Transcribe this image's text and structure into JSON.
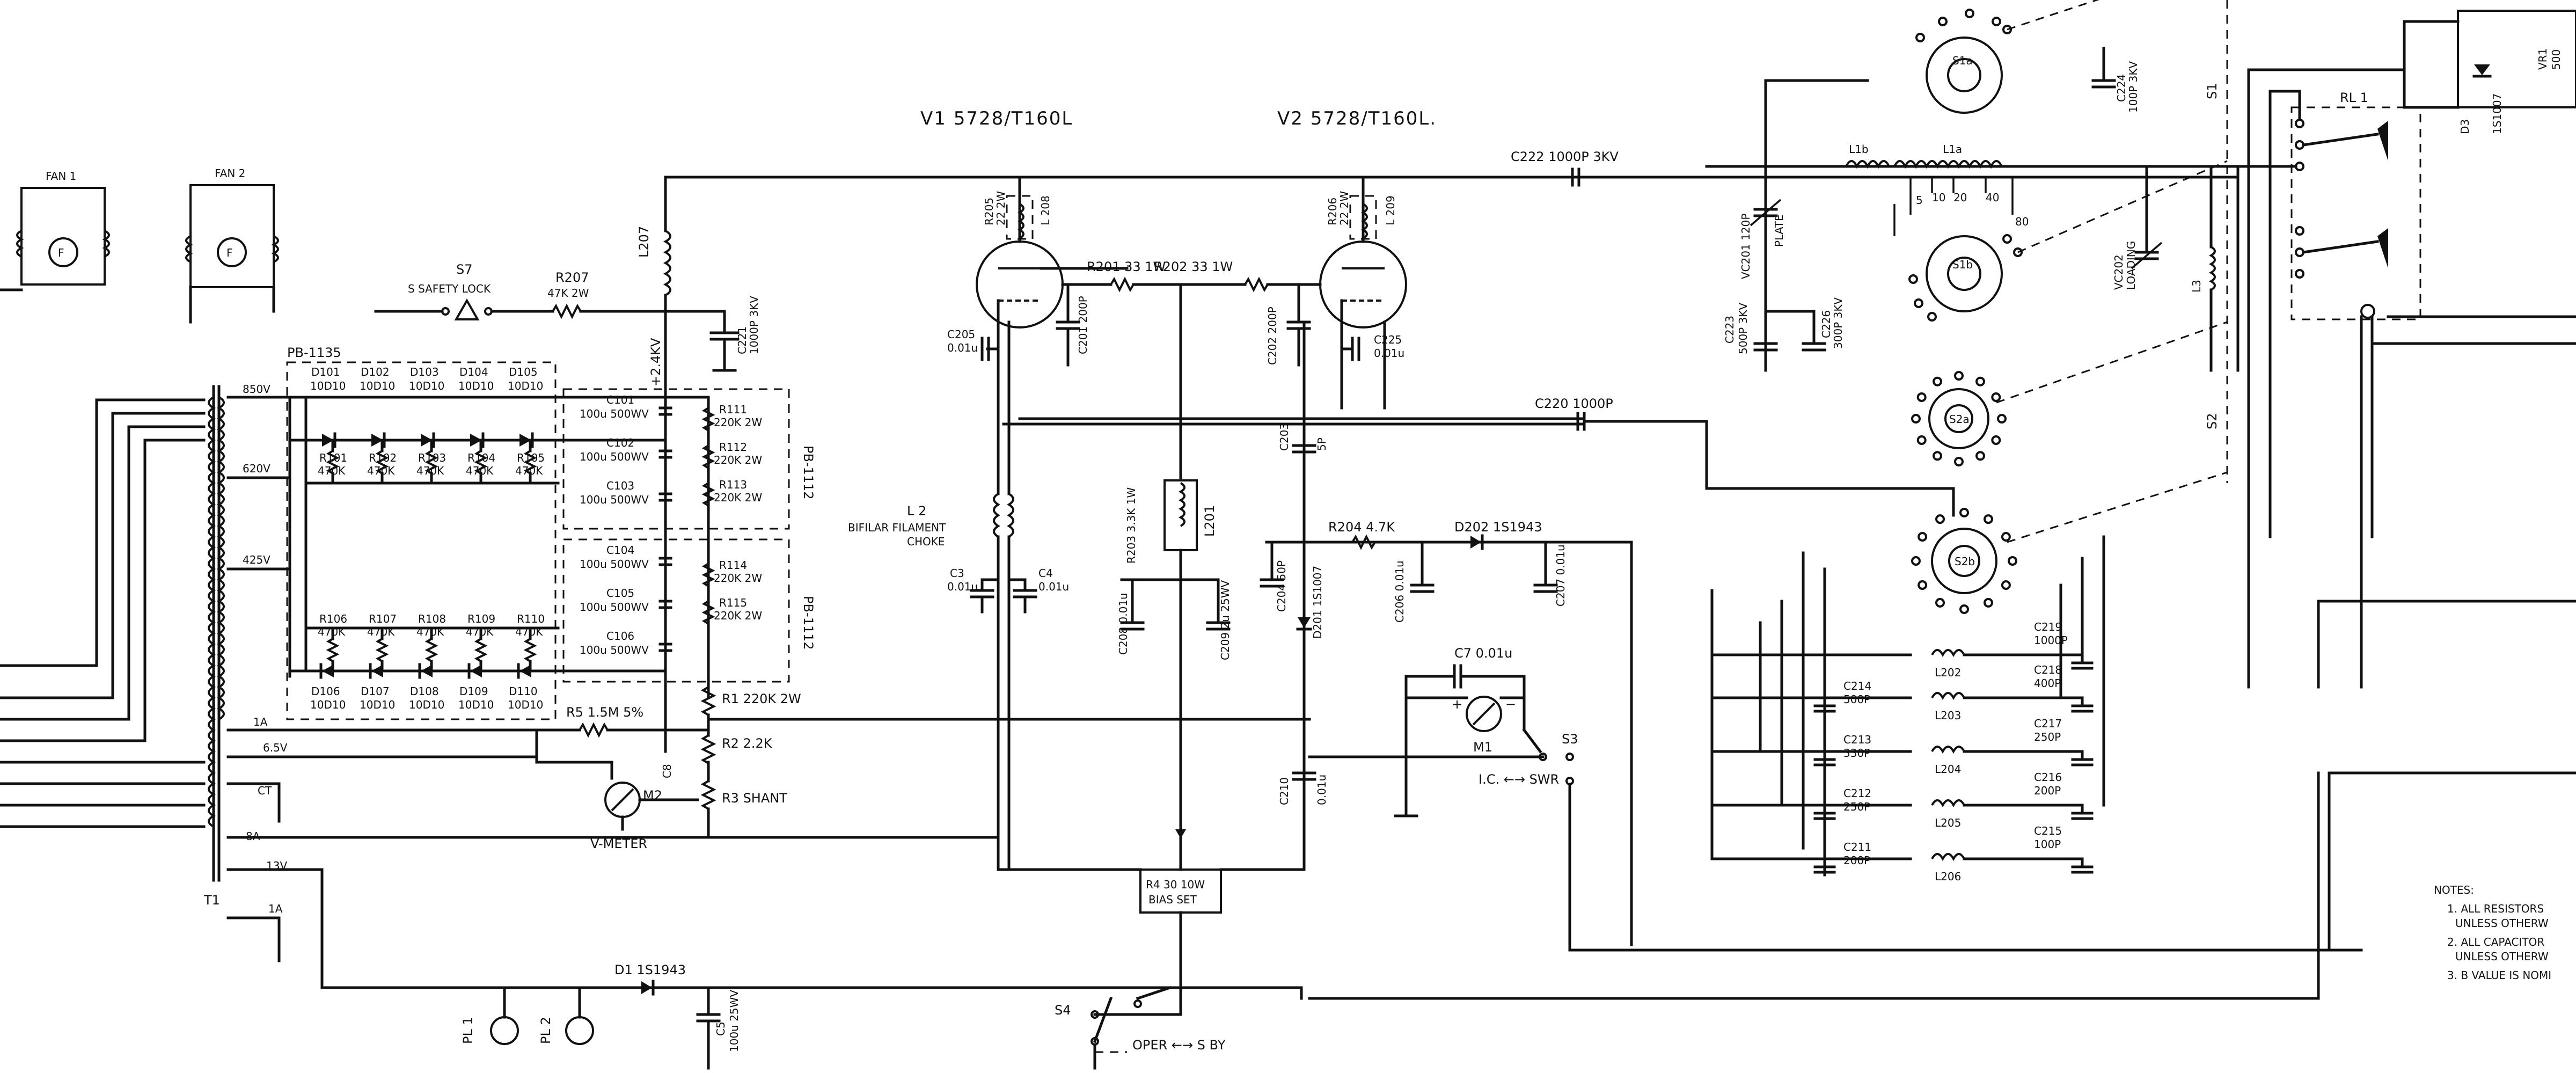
{
  "title_labels": {
    "tube_v1": "V1 5728/T160L",
    "tube_v2": "V2 5728/T160L."
  },
  "components": {
    "fan1": "FAN 1",
    "fan2": "FAN 2",
    "s7": "S7",
    "safety_lock": "S SAFETY LOCK",
    "r207": "R207",
    "r207_val": "47K 2W",
    "l207": "L207",
    "hv_label": "+2.4KV",
    "c221": "C221",
    "c221_val": "1000P 3KV",
    "pb1135": "PB-1135",
    "pb1112a": "PB-1112",
    "pb1112b": "PB-1112",
    "tap850": "850V",
    "tap620": "620V",
    "tap425": "425V",
    "tap1a": "1A",
    "tap65": "6.5V",
    "tapct": "CT",
    "tap8a": "8A",
    "tap13": "13V",
    "tap1a2": "1A",
    "t1": "T1",
    "d_top": [
      {
        "n": "D101",
        "v": "10D10"
      },
      {
        "n": "D102",
        "v": "10D10"
      },
      {
        "n": "D103",
        "v": "10D10"
      },
      {
        "n": "D104",
        "v": "10D10"
      },
      {
        "n": "D105",
        "v": "10D10"
      }
    ],
    "r_top": [
      {
        "n": "R101",
        "v": "470K"
      },
      {
        "n": "R102",
        "v": "470K"
      },
      {
        "n": "R103",
        "v": "470K"
      },
      {
        "n": "R104",
        "v": "470K"
      },
      {
        "n": "R105",
        "v": "470K"
      }
    ],
    "r_bot": [
      {
        "n": "R106",
        "v": "470K"
      },
      {
        "n": "R107",
        "v": "470K"
      },
      {
        "n": "R108",
        "v": "470K"
      },
      {
        "n": "R109",
        "v": "470K"
      },
      {
        "n": "R110",
        "v": "470K"
      }
    ],
    "d_bot": [
      {
        "n": "D106",
        "v": "10D10"
      },
      {
        "n": "D107",
        "v": "10D10"
      },
      {
        "n": "D108",
        "v": "10D10"
      },
      {
        "n": "D109",
        "v": "10D10"
      },
      {
        "n": "D110",
        "v": "10D10"
      }
    ],
    "caps_hv": [
      {
        "n": "C101",
        "v": "100u 500WV"
      },
      {
        "n": "C102",
        "v": "100u 500WV"
      },
      {
        "n": "C103",
        "v": "100u 500WV"
      },
      {
        "n": "C104",
        "v": "100u 500WV"
      },
      {
        "n": "C105",
        "v": "100u 500WV"
      },
      {
        "n": "C106",
        "v": "100u 500WV"
      }
    ],
    "res_hv": [
      {
        "n": "R111",
        "v": "220K 2W"
      },
      {
        "n": "R112",
        "v": "220K 2W"
      },
      {
        "n": "R113",
        "v": "220K 2W"
      },
      {
        "n": "R114",
        "v": "220K 2W"
      },
      {
        "n": "R115",
        "v": "220K 2W"
      }
    ],
    "r1": "R1 220K 2W",
    "r2": "R2 2.2K",
    "r3": "R3 SHANT",
    "r5": "R5 1.5M 5%",
    "m2": "M2",
    "vmeter": "V-METER",
    "r205": "R205",
    "r205_val": "22 2W",
    "l208": "L 208",
    "r206": "R206",
    "r206_val": "22 2W",
    "l209": "L 209",
    "r201": "R201 33 1W",
    "r202": "R202 33 1W",
    "c201": "C201 200P",
    "c202": "C202 200P",
    "c205": "C205",
    "c205_val": "0.01u",
    "c225": "C225",
    "c225_val": "0.01u",
    "l2": "L 2",
    "l2_desc1": "BIFILAR FILAMENT",
    "l2_desc2": "CHOKE",
    "c3": "C3",
    "c3_val": "0.01u",
    "c4": "C4",
    "c4_val": "0.01u",
    "r203": "R203 3.3K 1W",
    "l201": "L201",
    "c208": "C208 0.01u",
    "c209": "C209 2u 25WV",
    "c203": "C203",
    "c203_val": "5P",
    "c204": "C204 50P",
    "r204": "R204 4.7K",
    "d202": "D202 1S1943",
    "d201": "D201 1S1007",
    "c206": "C206 0.01u",
    "c207": "C207 0.01u",
    "c220": "C220 1000P",
    "c222": "C222 1000P 3KV",
    "c7": "C7 0.01u",
    "m1": "M1",
    "ic_swr": "I.C. ←→ SWR",
    "s3": "S3",
    "c210": "C210",
    "c210_val": "0.01u",
    "r4": "R4 30 10W",
    "bias_set": "BIAS SET",
    "d1": "D1 1S1943",
    "pl1": "PL 1",
    "pl2": "PL 2",
    "c5": "C5",
    "c5_val": "100u 25WV",
    "s4": "S4",
    "oper_sby": "OPER ←→ S BY",
    "s1a": "S1a",
    "s1b": "S1b",
    "s2a": "S2a",
    "s2b": "S2b",
    "s1": "S1",
    "s2": "S2",
    "l1a": "L1a",
    "l1b": "L1b",
    "taps": [
      "5",
      "10",
      "20",
      "40",
      "80"
    ],
    "vc201": "VC201 120P",
    "vc201_note": "PLATE",
    "vc202": "VC202",
    "vc202_note": "LOADING",
    "c223": "C223",
    "c223_val": "500P 3KV",
    "c224": "C224",
    "c224_val": "100P 3KV",
    "c226": "C226",
    "c226_val": "300P 3KV",
    "l3": "L3",
    "rl1": "RL 1",
    "d3": "D3",
    "d3_val": "1S1007",
    "vr1": "VR1",
    "vr1_val": "500",
    "l_list": [
      "L202",
      "L203",
      "L204",
      "L205",
      "L206"
    ],
    "c_left": [
      {
        "n": "C214",
        "v": "500P"
      },
      {
        "n": "C213",
        "v": "330P"
      },
      {
        "n": "C212",
        "v": "250P"
      },
      {
        "n": "C211",
        "v": "200P"
      }
    ],
    "c_right": [
      {
        "n": "C219",
        "v": "1000P"
      },
      {
        "n": "C218",
        "v": "400P"
      },
      {
        "n": "C217",
        "v": "250P"
      },
      {
        "n": "C216",
        "v": "200P"
      },
      {
        "n": "C215",
        "v": "100P"
      }
    ]
  },
  "notes": {
    "heading": "NOTES:",
    "items": [
      "1. ALL RESISTORS",
      "UNLESS OTHERW",
      "2. ALL CAPACITOR",
      "UNLESS OTHERW",
      "3. B VALUE IS NOMI"
    ]
  }
}
